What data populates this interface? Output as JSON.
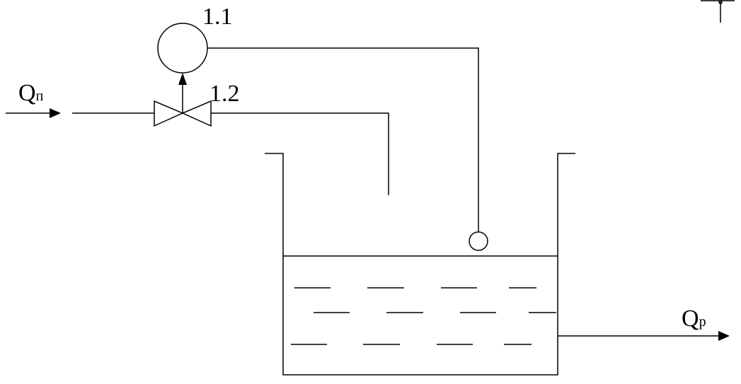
{
  "labels": {
    "sensor_id": "1.1",
    "valve_id": "1.2",
    "inflow_main": "Q",
    "inflow_sub": "п",
    "outflow_main": "Q",
    "outflow_sub": "р"
  },
  "colors": {
    "line": "#000000",
    "background": "#ffffff",
    "water_line": "#000000"
  }
}
